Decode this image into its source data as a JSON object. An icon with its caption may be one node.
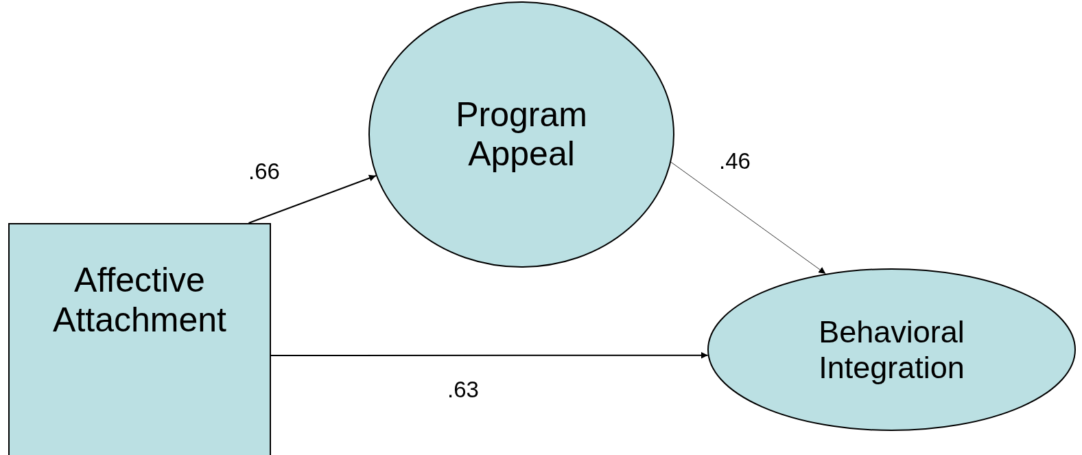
{
  "diagram": {
    "nodes": [
      {
        "text": [
          "Affective Attachment"
        ]
      },
      {
        "text": [
          "Program Appeal"
        ]
      },
      {
        "text": [
          "Behavioral Integration"
        ]
      }
    ],
    "edges": [
      {
        "from": 0,
        "to": 1,
        "arrow": "to",
        "label": ".66"
      },
      {
        "from": 1,
        "to": 2,
        "arrow": "to",
        "label": ".46"
      },
      {
        "from": 0,
        "to": 2,
        "arrow": "to",
        "label": ".63"
      }
    ]
  }
}
